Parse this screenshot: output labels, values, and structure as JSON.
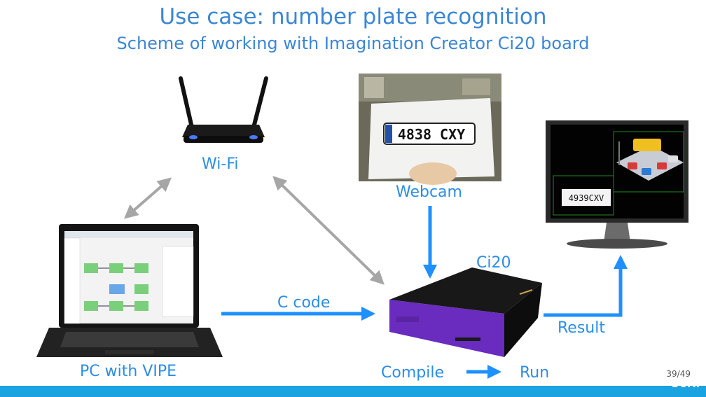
{
  "title": "Use case: number plate recognition",
  "subtitle": "Scheme of working with Imagination Creator Ci20 board",
  "nodes": {
    "wifi": "Wi-Fi",
    "webcam": "Webcam",
    "pc": "PC with VIPE",
    "ci20": "Ci20",
    "result": "Result"
  },
  "edges": {
    "c_code": "C code",
    "compile": "Compile",
    "run": "Run"
  },
  "images": {
    "webcam_plate": "4838 CXY",
    "monitor_plate": "4939CXV"
  },
  "footer": {
    "page": "39/49",
    "logo": "SUAI"
  },
  "colors": {
    "title": "#3b86d4",
    "label": "#2b8de6",
    "flow_arrow": "#1e90ff",
    "link_arrow": "#a6a6a6",
    "ci20_purple": "#6a2bbf",
    "footer_bar": "#1aa3e0"
  }
}
